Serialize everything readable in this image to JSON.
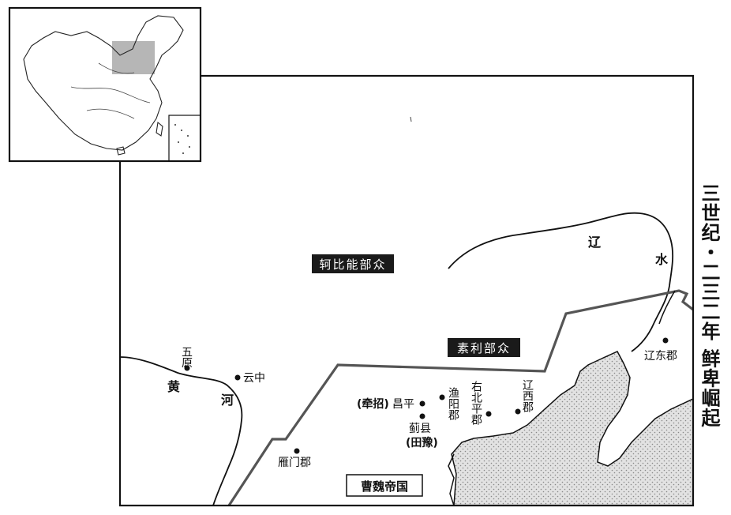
{
  "title": "三世纪・二三二年 鲜卑崛起",
  "labels": {
    "kebineng": "轲比能部众",
    "suli": "素利部众",
    "caowei": "曹魏帝国",
    "liao": "辽",
    "shui": "水",
    "huang": "黄",
    "he": "河"
  },
  "places": {
    "wuyuan": "五原",
    "yunzhong": "云中",
    "yanmen": "雁门郡",
    "qianzhao": "(牵招)",
    "changping": "昌平",
    "jixian": "蓟县",
    "tianyu": "(田豫)",
    "yuyang": "渔阳郡",
    "youbeiping": "右北平郡",
    "liaoxi": "辽西郡",
    "liaodong": "辽东郡"
  },
  "colors": {
    "ink": "#111111",
    "sea": "#dcdcdc",
    "inset_box": "#a9a9a9",
    "label_bg": "#1a1a1a"
  }
}
